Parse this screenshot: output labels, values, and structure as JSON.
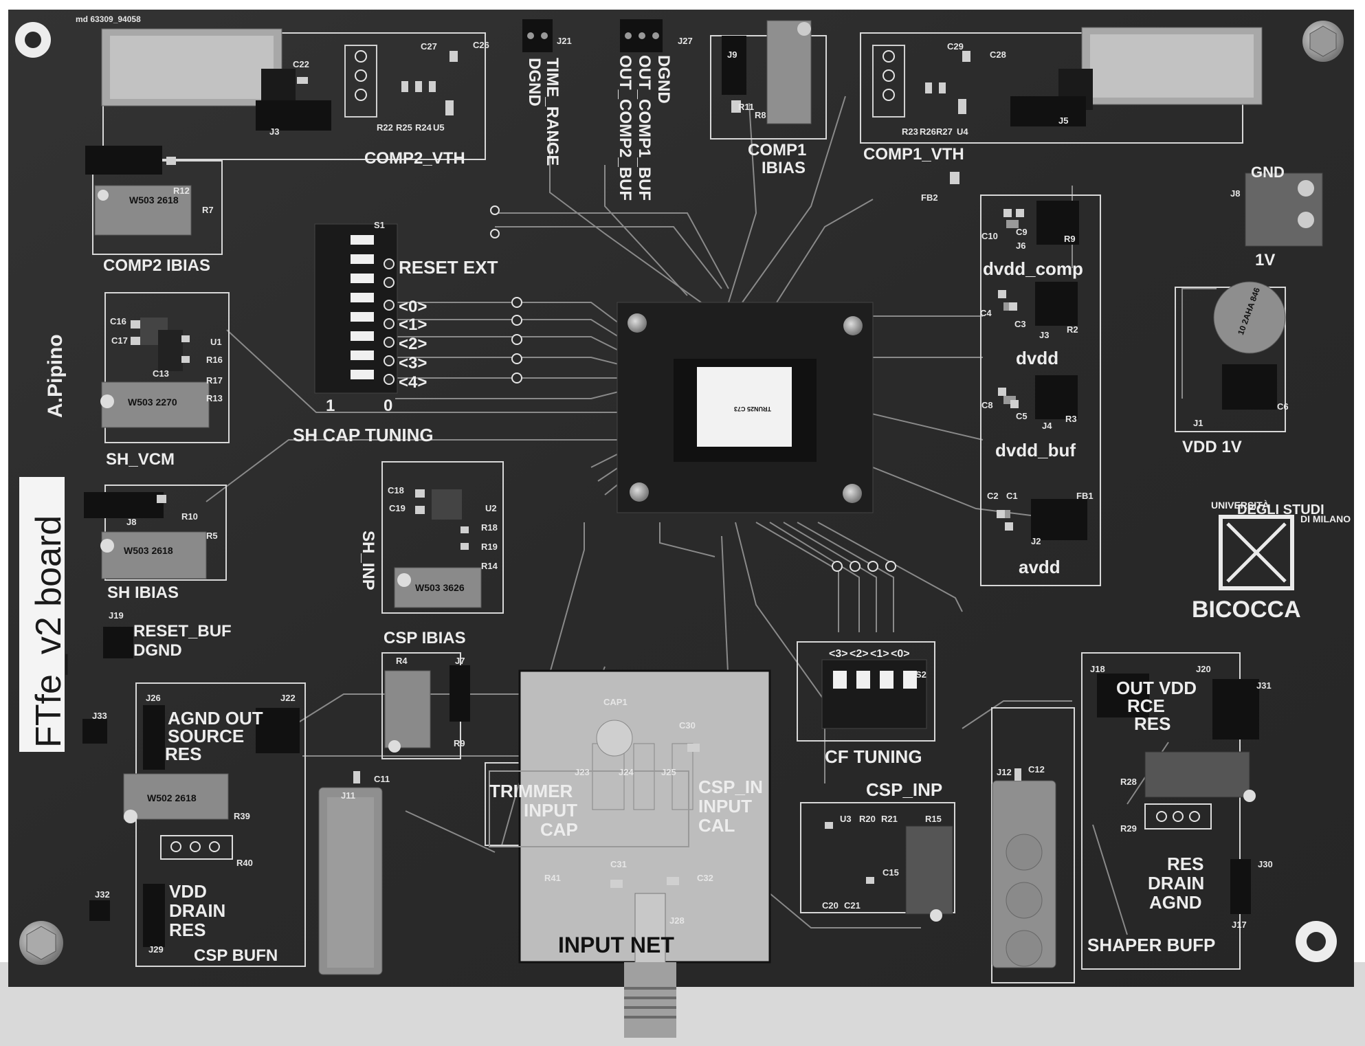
{
  "board": {
    "title": "FTfe_v2 board",
    "author": "A.Pipino",
    "code": "md 63309_94058",
    "logo": {
      "lines": [
        "UNIVERSITÀ",
        "DEGLI STUDI",
        "DI MILANO"
      ],
      "name": "BICOCCA"
    }
  },
  "chip": {
    "marking": "TRUN25 C73"
  },
  "labels": {
    "comp2_vth": "COMP2_VTH",
    "time_range": "TIME_RANGE",
    "dgnd_tr": "DGND",
    "dgnd_out": "DGND",
    "out_comp1": "OUT_COMP1_BUF",
    "out_comp2": "OUT_COMP2_BUF",
    "comp1_ibias_1": "COMP1",
    "comp1_ibias_2": "IBIAS",
    "comp1_vth": "COMP1_VTH",
    "gnd": "GND",
    "one_v": "1V",
    "vdd_1v": "VDD 1V",
    "comp2_ibias": "COMP2 IBIAS",
    "reset_ext": "RESET EXT",
    "sh_cap_tuning": "SH CAP TUNING",
    "dip_zero": "0",
    "dip_one": "1",
    "bits": [
      "<0>",
      "<1>",
      "<2>",
      "<3>",
      "<4>"
    ],
    "sh_vcm": "SH_VCM",
    "sh_ibias": "SH IBIAS",
    "sh_inp": "SH_INP",
    "reset_buf": "RESET_BUF",
    "dgnd_reset": "DGND",
    "csp_ibias": "CSP IBIAS",
    "agnd_out": "AGND OUT",
    "source": "SOURCE",
    "res_csp": "RES",
    "vdd_csp": "VDD",
    "drain_csp": "DRAIN",
    "res_csp2": "RES",
    "csp_bufn": "CSP BUFN",
    "dvdd_comp": "dvdd_comp",
    "dvdd": "dvdd",
    "dvdd_buf": "dvdd_buf",
    "avdd": "avdd",
    "cf_tuning": "CF TUNING",
    "cf_bits": [
      "<3>",
      "<2>",
      "<1>",
      "<0>"
    ],
    "csp_inp": "CSP_INP",
    "trimmer": "TRIMMER",
    "input_cap_1": "INPUT",
    "input_cap_2": "CAP",
    "csp_in": "CSP_IN",
    "input_cal_1": "INPUT",
    "input_cal_2": "CAL",
    "input_net": "INPUT NET",
    "out_vdd": "OUT VDD",
    "rce": "RCE",
    "res_shaper": "RES",
    "res_sh2": "RES",
    "drain_sh": "DRAIN",
    "agnd_sh": "AGND",
    "shaper_bufp": "SHAPER BUFP"
  },
  "small_labels": {
    "c22": "C22",
    "c27": "C27",
    "c26": "C26",
    "j3": "J3",
    "r22": "R22",
    "r25": "R25",
    "r24": "R24",
    "u5": "U5",
    "j21": "J21",
    "j27": "J27",
    "j9": "J9",
    "r11": "R11",
    "r8": "R8",
    "c29": "C29",
    "c28": "C28",
    "r23": "R23",
    "r26": "R26",
    "r27": "R27",
    "u4": "U4",
    "j5": "J5",
    "fb2": "FB2",
    "j6": "J6",
    "c10": "C10",
    "c9": "C9",
    "r9": "R9",
    "c4": "C4",
    "c3": "C3",
    "j3b": "J3",
    "r2": "R2",
    "c8": "C8",
    "c5": "C5",
    "j4": "J4",
    "r3": "R3",
    "c2": "C2",
    "c1": "C1",
    "fb1": "FB1",
    "j2": "J2",
    "j8": "J8",
    "c6": "C6",
    "j1": "J1",
    "r12": "R12",
    "r7": "R7",
    "c16": "C16",
    "c17": "C17",
    "u1": "U1",
    "r16": "R16",
    "c13": "C13",
    "r17": "R17",
    "r13": "R13",
    "s1": "S1",
    "j8b": "J8",
    "r10": "R10",
    "r5": "R5",
    "c18": "C18",
    "c19": "C19",
    "u2": "U2",
    "r18": "R18",
    "r19": "R19",
    "r14": "R14",
    "j19": "J19",
    "r4": "R4",
    "j7": "J7",
    "r9b": "R9",
    "j26": "J26",
    "j22": "J22",
    "j33": "J33",
    "r39": "R39",
    "r40": "R40",
    "j32": "J32",
    "j29": "J29",
    "j11": "J11",
    "c11": "C11",
    "cap1": "CAP1",
    "c30": "C30",
    "j23": "J23",
    "j24": "J24",
    "j25": "J25",
    "r41": "R41",
    "c31": "C31",
    "c32": "C32",
    "j28": "J28",
    "s2": "S2",
    "u3": "U3",
    "r20": "R20",
    "r21": "R21",
    "r15": "R15",
    "c15": "C15",
    "c20": "C20",
    "c21": "C21",
    "j12": "J12",
    "c12": "C12",
    "j18": "J18",
    "j20": "J20",
    "j31": "J31",
    "r28": "R28",
    "r29": "R29",
    "j30": "J30",
    "j17": "J17"
  },
  "trimmers": {
    "comp2": "W503 2618",
    "sh_vcm": "W503 2270",
    "sh_ibias": "W503 2618",
    "sh_inp": "W503 3626",
    "csp_bufn": "W502 2618",
    "cap": "10 2AHA 846"
  },
  "colors": {
    "board": "#2a2a2a",
    "silk": "#e8e8e8",
    "highlight": "#bfbfbf"
  }
}
